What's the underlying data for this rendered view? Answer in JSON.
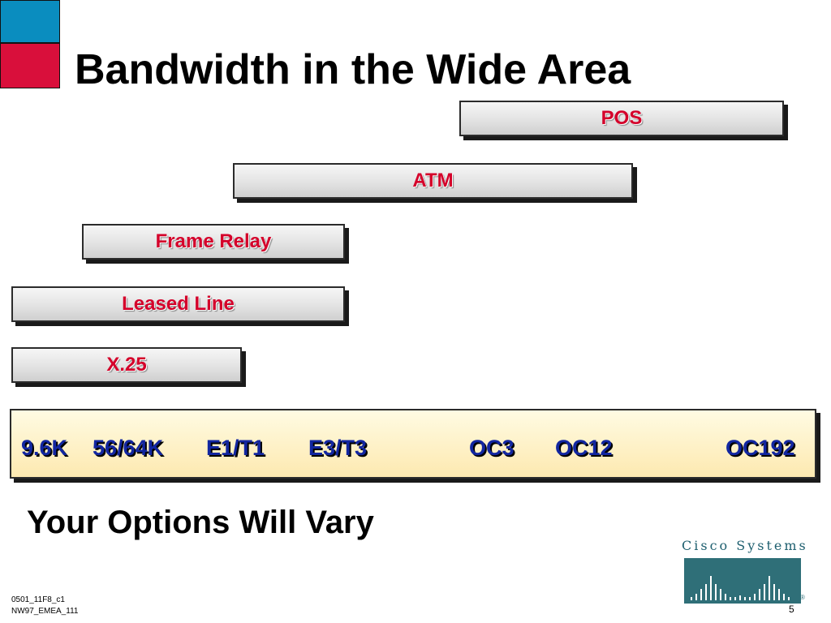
{
  "slide": {
    "title": "Bandwidth in the Wide Area",
    "subtitle": "Your  Options Will Vary",
    "page_number": "5",
    "footer": [
      "0501_11F8_c1",
      "NW97_EMEA_111"
    ]
  },
  "technologies": [
    {
      "label": "POS"
    },
    {
      "label": "ATM"
    },
    {
      "label": "Frame Relay"
    },
    {
      "label": "Leased Line"
    },
    {
      "label": "X.25"
    }
  ],
  "bandwidth_scale": [
    "9.6K",
    "56/64K",
    "E1/T1",
    "E3/T3",
    "OC3",
    "OC12",
    "OC192"
  ],
  "logo": {
    "text": "Cisco Systems"
  },
  "colors": {
    "accent_blue": "#0a8dbf",
    "accent_red": "#d90f3b",
    "bar_label": "#d4002a",
    "scale_label": "#1226a0",
    "logo_teal": "#2f6f78"
  }
}
